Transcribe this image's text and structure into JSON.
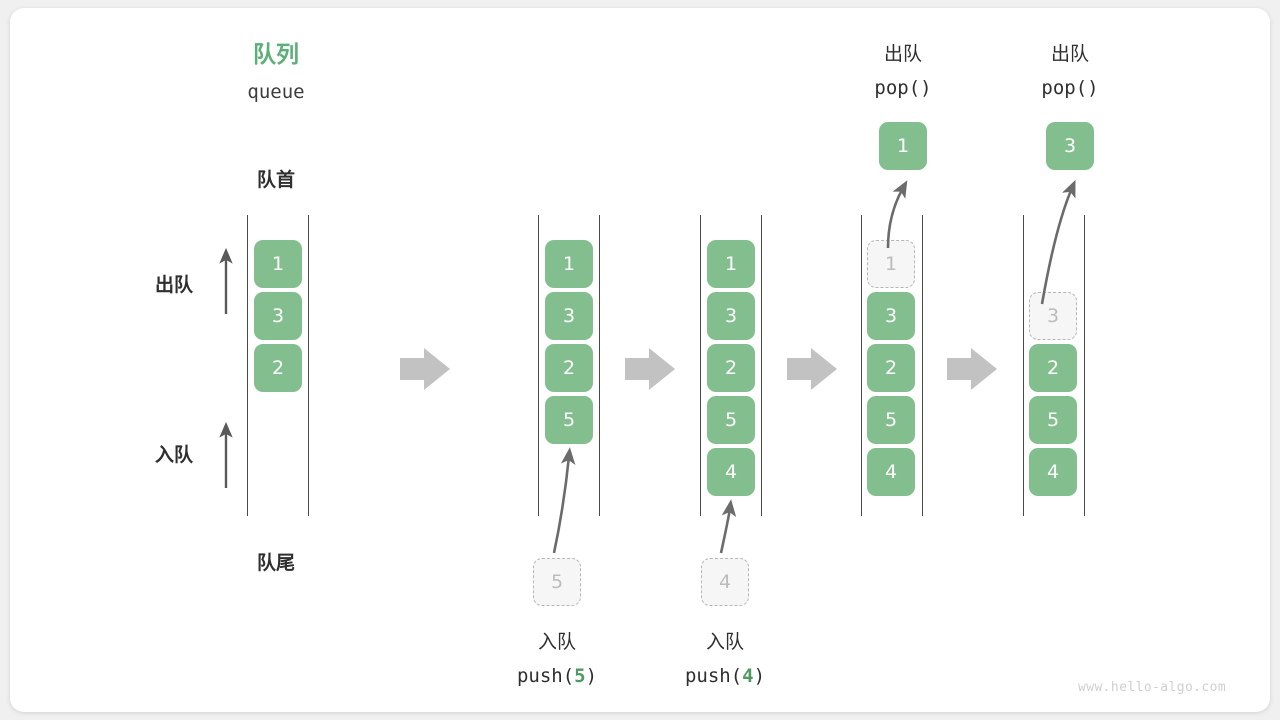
{
  "diagram": {
    "title_cn": "队列",
    "title_en": "queue",
    "front_label": "队首",
    "rear_label": "队尾",
    "dequeue_label": "出队",
    "enqueue_label": "入队",
    "watermark": "www.hello-algo.com",
    "accent_green": "#83bf8e",
    "title_green": "#5caf76",
    "ghost_gray": "#bcbcbc",
    "arrow_gray": "#c2c2c2"
  },
  "steps": [
    {
      "id": "initial",
      "caption_cn": "",
      "caption_code_pre": "",
      "caption_code_arg": "",
      "caption_code_post": "",
      "cells": [
        {
          "value": "1",
          "state": "filled"
        },
        {
          "value": "3",
          "state": "filled"
        },
        {
          "value": "2",
          "state": "filled"
        }
      ],
      "incoming": null,
      "popped": null
    },
    {
      "id": "push-5",
      "caption_cn": "入队",
      "caption_code_pre": "push(",
      "caption_code_arg": "5",
      "caption_code_post": ")",
      "cells": [
        {
          "value": "1",
          "state": "filled"
        },
        {
          "value": "3",
          "state": "filled"
        },
        {
          "value": "2",
          "state": "filled"
        },
        {
          "value": "5",
          "state": "filled"
        }
      ],
      "incoming": {
        "value": "5"
      },
      "popped": null
    },
    {
      "id": "push-4",
      "caption_cn": "入队",
      "caption_code_pre": "push(",
      "caption_code_arg": "4",
      "caption_code_post": ")",
      "cells": [
        {
          "value": "1",
          "state": "filled"
        },
        {
          "value": "3",
          "state": "filled"
        },
        {
          "value": "2",
          "state": "filled"
        },
        {
          "value": "5",
          "state": "filled"
        },
        {
          "value": "4",
          "state": "filled"
        }
      ],
      "incoming": {
        "value": "4"
      },
      "popped": null
    },
    {
      "id": "pop-1",
      "caption_cn": "出队",
      "caption_code_pre": "pop(",
      "caption_code_arg": "",
      "caption_code_post": ")",
      "cells": [
        {
          "value": "1",
          "state": "ghost"
        },
        {
          "value": "3",
          "state": "filled"
        },
        {
          "value": "2",
          "state": "filled"
        },
        {
          "value": "5",
          "state": "filled"
        },
        {
          "value": "4",
          "state": "filled"
        }
      ],
      "incoming": null,
      "popped": {
        "value": "1"
      }
    },
    {
      "id": "pop-3",
      "caption_cn": "出队",
      "caption_code_pre": "pop(",
      "caption_code_arg": "",
      "caption_code_post": ")",
      "cells": [
        {
          "value": "",
          "state": "empty"
        },
        {
          "value": "3",
          "state": "ghost"
        },
        {
          "value": "2",
          "state": "filled"
        },
        {
          "value": "5",
          "state": "filled"
        },
        {
          "value": "4",
          "state": "filled"
        }
      ],
      "incoming": null,
      "popped": {
        "value": "3"
      }
    }
  ],
  "transition_arrows": [
    {
      "index": 0
    },
    {
      "index": 1
    },
    {
      "index": 2
    },
    {
      "index": 3
    }
  ]
}
